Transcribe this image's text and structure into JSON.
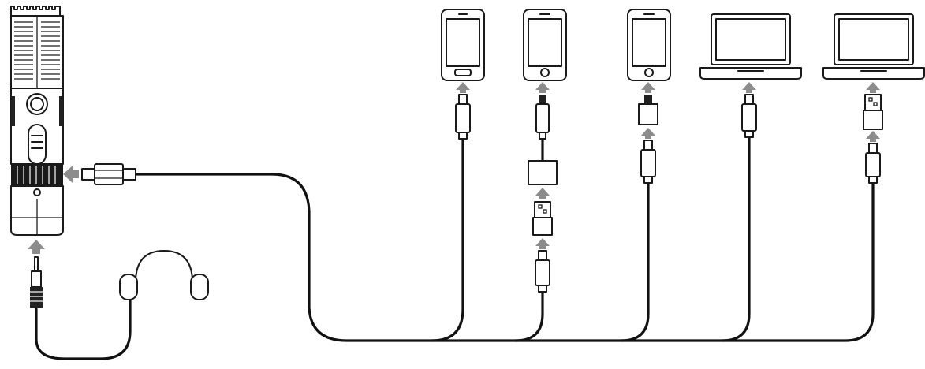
{
  "diagram": {
    "ink_color": "#1a1a1a",
    "arrow_color": "#8c8c8c",
    "nodes": [
      {
        "id": "microphone",
        "icon": "microphone-icon"
      },
      {
        "id": "headphones",
        "icon": "headphones-icon"
      },
      {
        "id": "phone-lightning",
        "icon": "smartphone-icon"
      },
      {
        "id": "phone-30pin",
        "icon": "smartphone-icon"
      },
      {
        "id": "phone-adapter",
        "icon": "smartphone-icon"
      },
      {
        "id": "laptop-usb-c",
        "icon": "laptop-icon"
      },
      {
        "id": "laptop-usb-a",
        "icon": "laptop-icon"
      }
    ],
    "connectors": [
      "usb-c-plug",
      "lightning-plug",
      "usb-a-plug",
      "3.5mm-jack",
      "adapter-box"
    ]
  }
}
